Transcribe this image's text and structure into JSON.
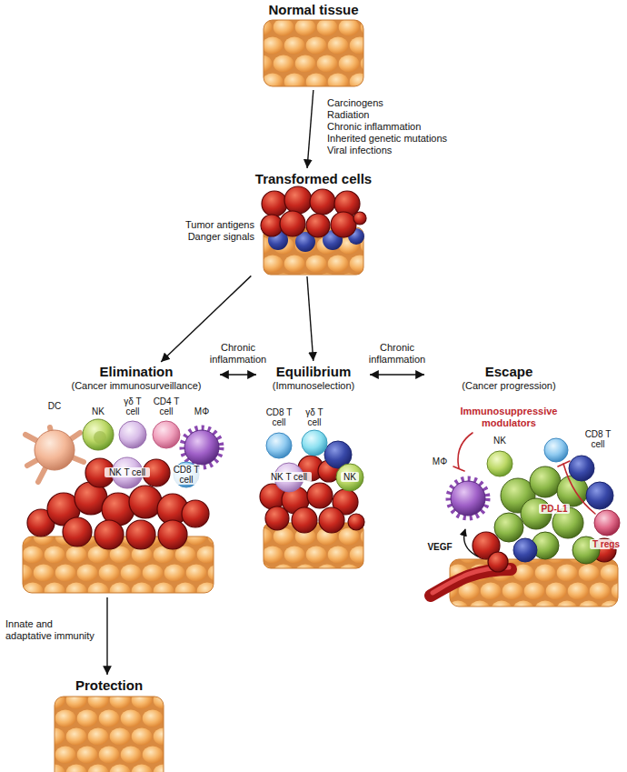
{
  "diagram": {
    "nodes": [
      {
        "text": [
          "Normal tissue"
        ]
      },
      {
        "text": [
          "Transformed cells"
        ]
      },
      {
        "text": [
          "Elimination",
          "(Cancer immunosurveillance)"
        ]
      },
      {
        "text": [
          "Equilibrium",
          "(Immunoselection)"
        ]
      },
      {
        "text": [
          "Escape",
          "(Cancer progression)"
        ]
      },
      {
        "text": [
          "Protection"
        ]
      }
    ],
    "edges": [
      {
        "from": 0,
        "to": 1,
        "arrow": "to"
      },
      {
        "from": 1,
        "to": 2,
        "arrow": "to"
      },
      {
        "from": 1,
        "to": 3,
        "arrow": "to"
      },
      {
        "from": 2,
        "to": 3,
        "label": "Chronic inflammation",
        "arrow": "both"
      },
      {
        "from": 3,
        "to": 4,
        "label": "Chronic inflammation",
        "arrow": "both"
      },
      {
        "from": 2,
        "to": 5,
        "label": "Innate and adaptative immunity",
        "arrow": "to"
      }
    ],
    "labels": [
      "Carcinogens",
      "Radiation",
      "Chronic inflammation",
      "Inherited genetic mutations",
      "Viral infections",
      "Tumor antigens",
      "Danger signals",
      "DC",
      "NK",
      "γδ T cell",
      "CD4 T cell",
      "MΦ",
      "NK T cell",
      "CD8 T cell",
      "CD8 T cell",
      "γδ T cell",
      "NK T cell",
      "NK",
      "MΦ",
      "Immunosuppressive modulators",
      "NK",
      "CD8 T cell",
      "VEGF",
      "PD-L1",
      "T regs"
    ]
  }
}
